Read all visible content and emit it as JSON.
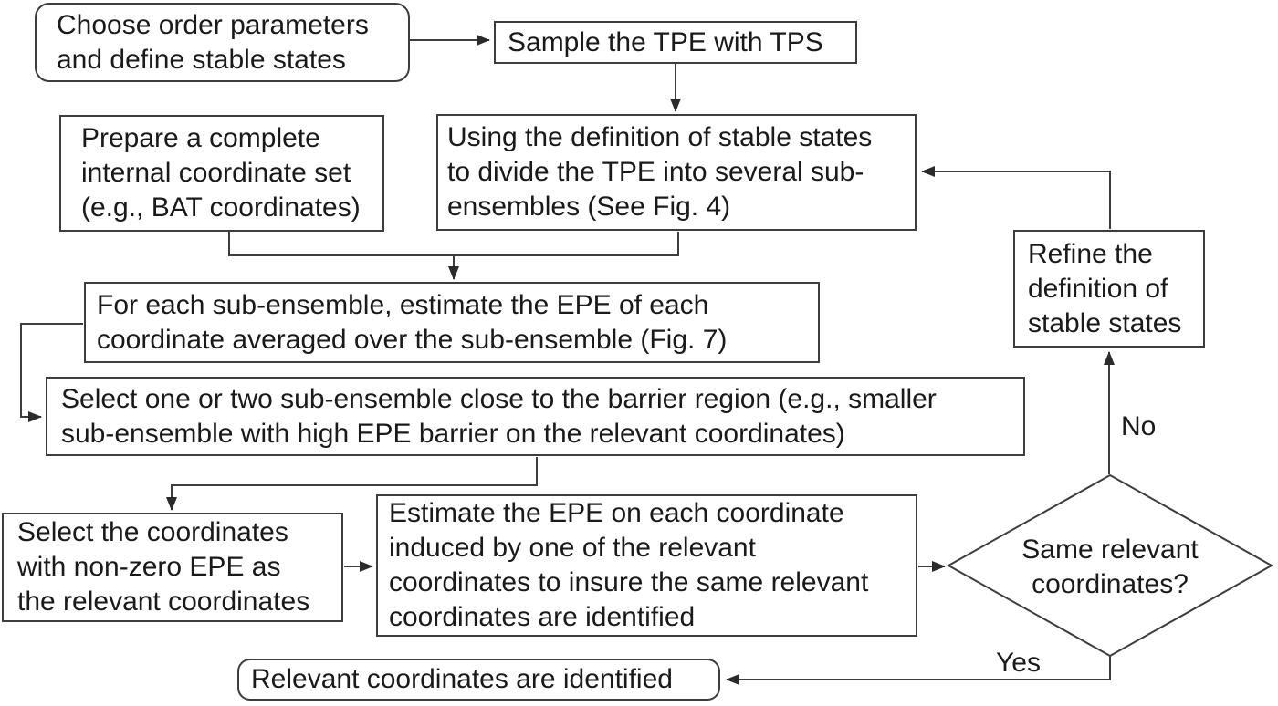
{
  "figure": {
    "type": "flowchart",
    "colors": {
      "background": "#ffffff",
      "line": "#3d3d3d",
      "text": "#1a1a1a",
      "node_fill": "#ffffff"
    },
    "nodes": {
      "choose": "Choose order parameters\nand define stable states",
      "sample": "Sample the TPE with TPS",
      "prepare": "Prepare a complete\ninternal coordinate set\n(e.g., BAT coordinates)",
      "divide": "Using the definition of stable states\nto divide the TPE into several sub-\nensembles (See Fig. 4)",
      "estimate_epe": "For each sub-ensemble, estimate the EPE of each\ncoordinate averaged over the sub-ensemble (Fig. 7)",
      "select_sub": "Select one or two sub-ensemble close to the barrier region (e.g., smaller\nsub-ensemble with high EPE barrier on the relevant coordinates)",
      "select_coords": "Select the coordinates\nwith non-zero EPE as\nthe relevant coordinates",
      "estimate_induced": "Estimate the EPE on each coordinate\ninduced by one of the relevant\ncoordinates to insure the same relevant\ncoordinates are identified",
      "decision": "Same relevant\ncoordinates?",
      "refine": "Refine the\ndefinition of\nstable states",
      "identified": "Relevant coordinates are identified"
    },
    "edge_labels": {
      "no": "No",
      "yes": "Yes"
    }
  }
}
